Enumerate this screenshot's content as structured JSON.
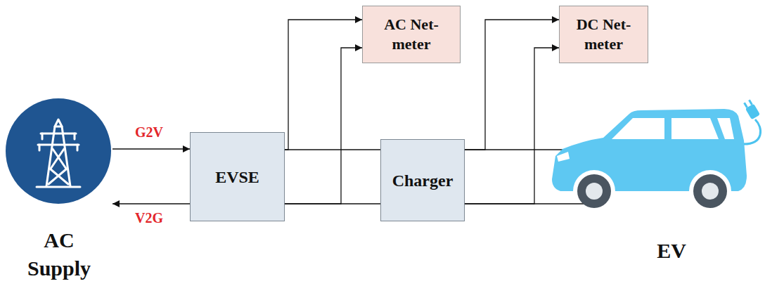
{
  "diagram": {
    "nodes": [
      {
        "text": [
          "AC Supply"
        ]
      },
      {
        "text": [
          "EVSE"
        ]
      },
      {
        "text": [
          "AC Net-meter"
        ]
      },
      {
        "text": [
          "Charger"
        ]
      },
      {
        "text": [
          "DC Net-meter"
        ]
      },
      {
        "text": [
          "EV"
        ]
      }
    ],
    "edges": [
      {
        "from": 0,
        "to": 1,
        "label": "G2V",
        "arrow": "to"
      },
      {
        "from": 1,
        "to": 0,
        "label": "V2G",
        "arrow": "to"
      },
      {
        "from": 1,
        "to": 3,
        "arrow": "none"
      },
      {
        "from": 1,
        "to": 3,
        "arrow": "none"
      },
      {
        "from": 1,
        "to": 2,
        "arrow": "to"
      },
      {
        "from": 1,
        "to": 2,
        "arrow": "to"
      },
      {
        "from": 3,
        "to": 5,
        "arrow": "none"
      },
      {
        "from": 3,
        "to": 5,
        "arrow": "none"
      },
      {
        "from": 3,
        "to": 4,
        "arrow": "to"
      },
      {
        "from": 3,
        "to": 4,
        "arrow": "to"
      }
    ]
  }
}
